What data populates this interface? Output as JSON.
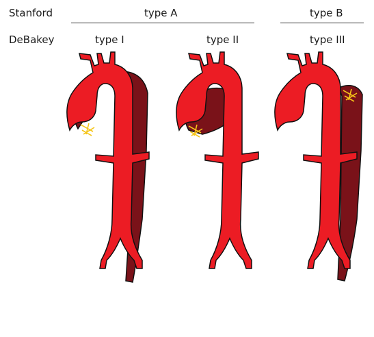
{
  "classification": {
    "stanford": {
      "row_label": "Stanford",
      "type_a": "type A",
      "type_b": "type B"
    },
    "debakey": {
      "row_label": "DeBakey",
      "type_1": "type I",
      "type_2": "type II",
      "type_3": "type III"
    }
  },
  "colors": {
    "true_lumen": "#ec1c24",
    "false_lumen": "#7a1219",
    "outline": "#111111",
    "tear_arrow": "#f5c518"
  },
  "icons": [
    "aorta-illustration",
    "false-lumen",
    "intimal-tear-arrows"
  ]
}
